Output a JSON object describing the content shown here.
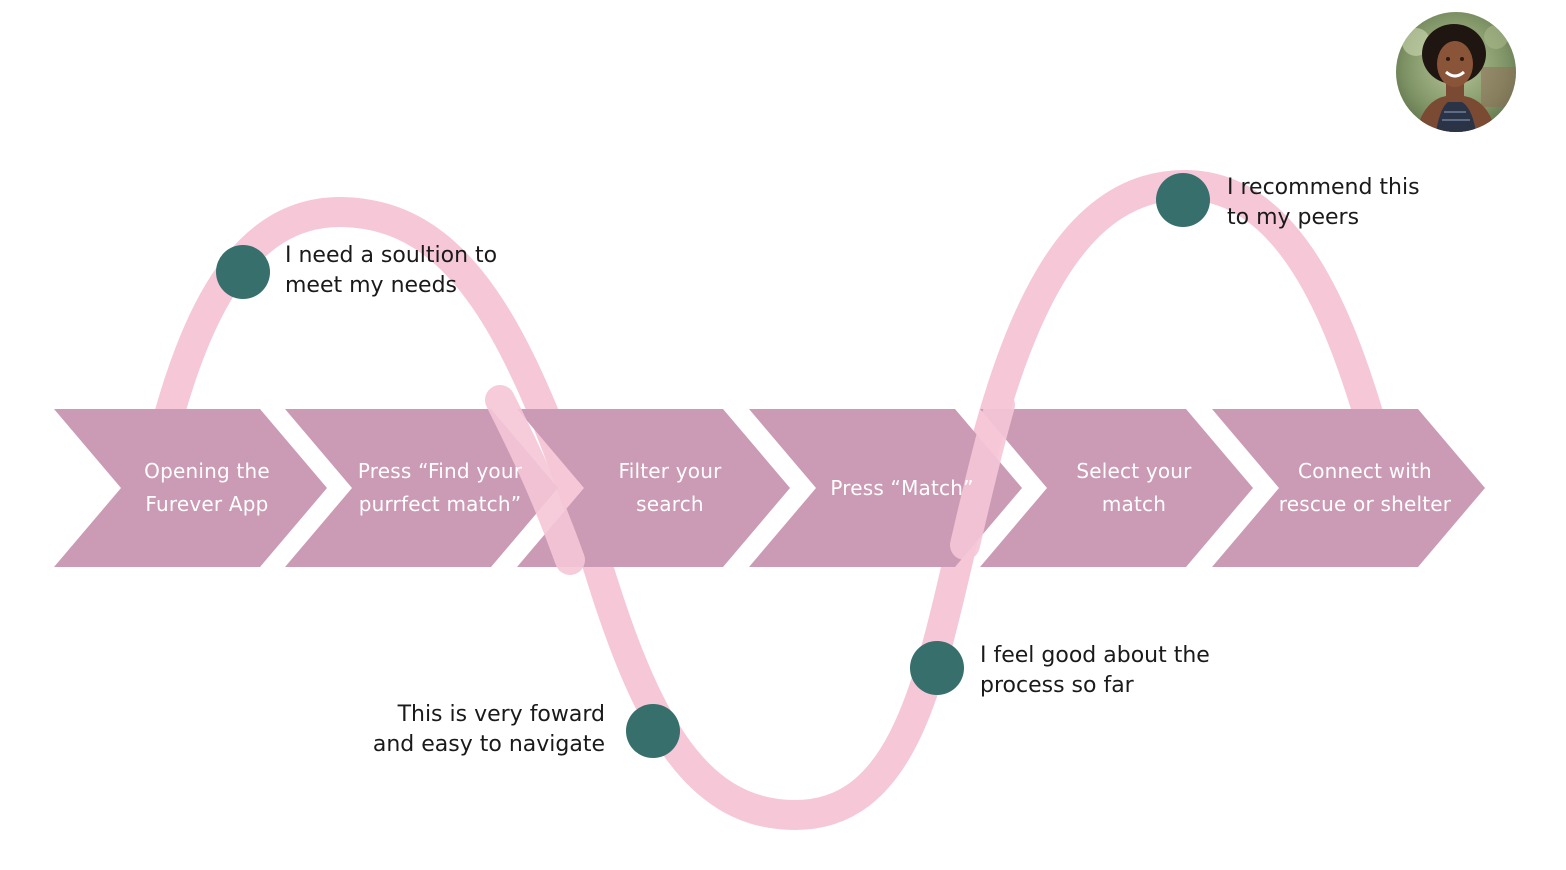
{
  "steps": [
    "Opening the\nFurever App",
    "Press “Find your\npurrfect match”",
    "Filter your\nsearch",
    "Press “Match”",
    "Select your\nmatch",
    "Connect with\nrescue or shelter"
  ],
  "notes": [
    "I need a soultion to\nmeet my needs",
    "This is very foward\nand easy to navigate",
    "I feel good about the\nprocess so far",
    "I recommend this\nto my peers"
  ],
  "colors": {
    "chevron": "#cb9bb5",
    "curve": "#f5c7d7",
    "marker": "#366f6b",
    "text_dark": "#1a1a1a"
  },
  "avatar": {
    "icon": "person-photo"
  }
}
